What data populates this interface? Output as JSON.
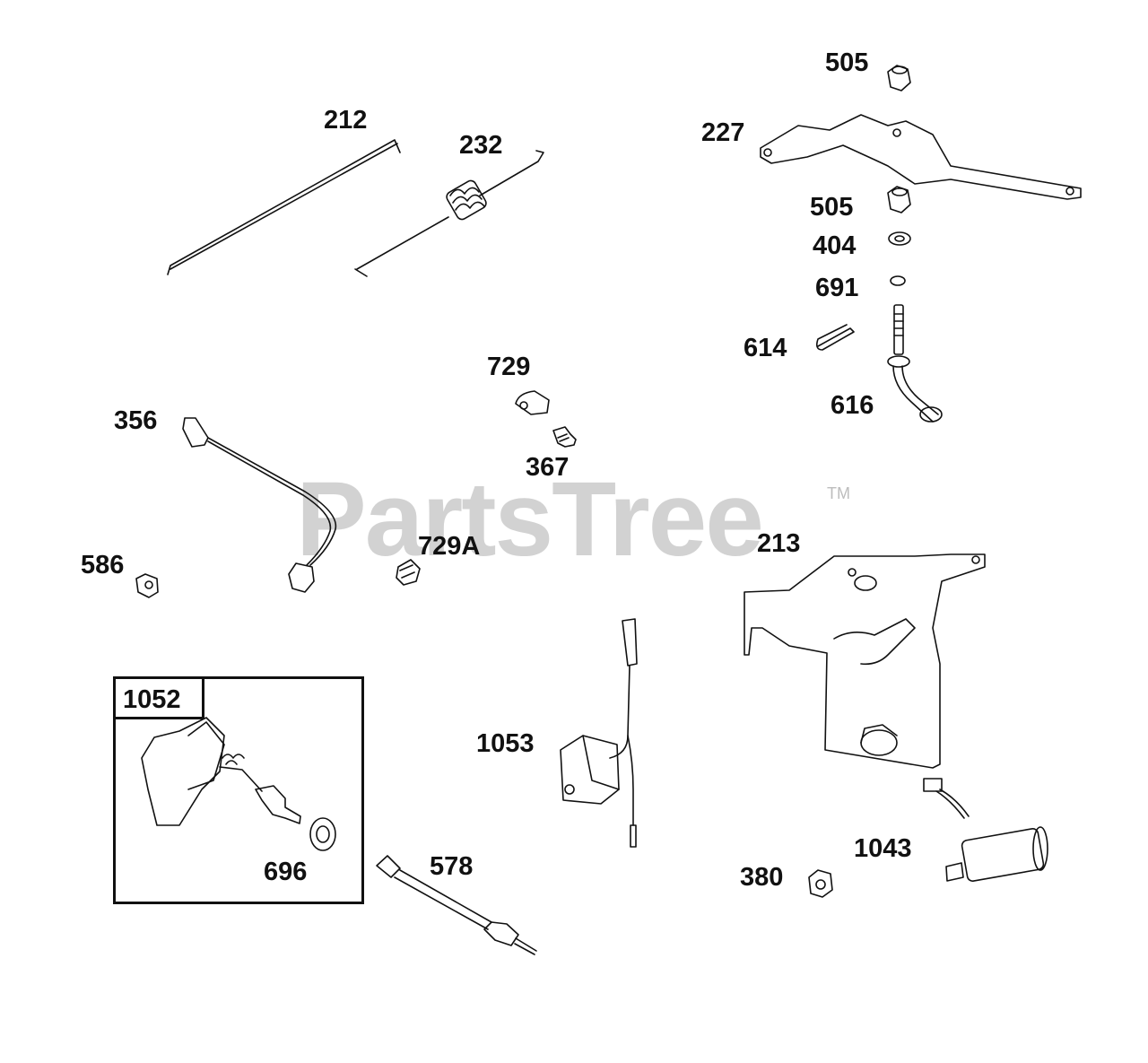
{
  "watermark": {
    "text": "PartsTree",
    "trademark": "TM"
  },
  "group": {
    "label": "1052"
  },
  "parts": {
    "p212": "212",
    "p232": "232",
    "p505a": "505",
    "p227": "227",
    "p505b": "505",
    "p404": "404",
    "p691": "691",
    "p614": "614",
    "p616": "616",
    "p729": "729",
    "p356": "356",
    "p367": "367",
    "p213": "213",
    "p586": "586",
    "p729a": "729A",
    "p1053": "1053",
    "p1043": "1043",
    "p696": "696",
    "p578": "578",
    "p380": "380"
  }
}
